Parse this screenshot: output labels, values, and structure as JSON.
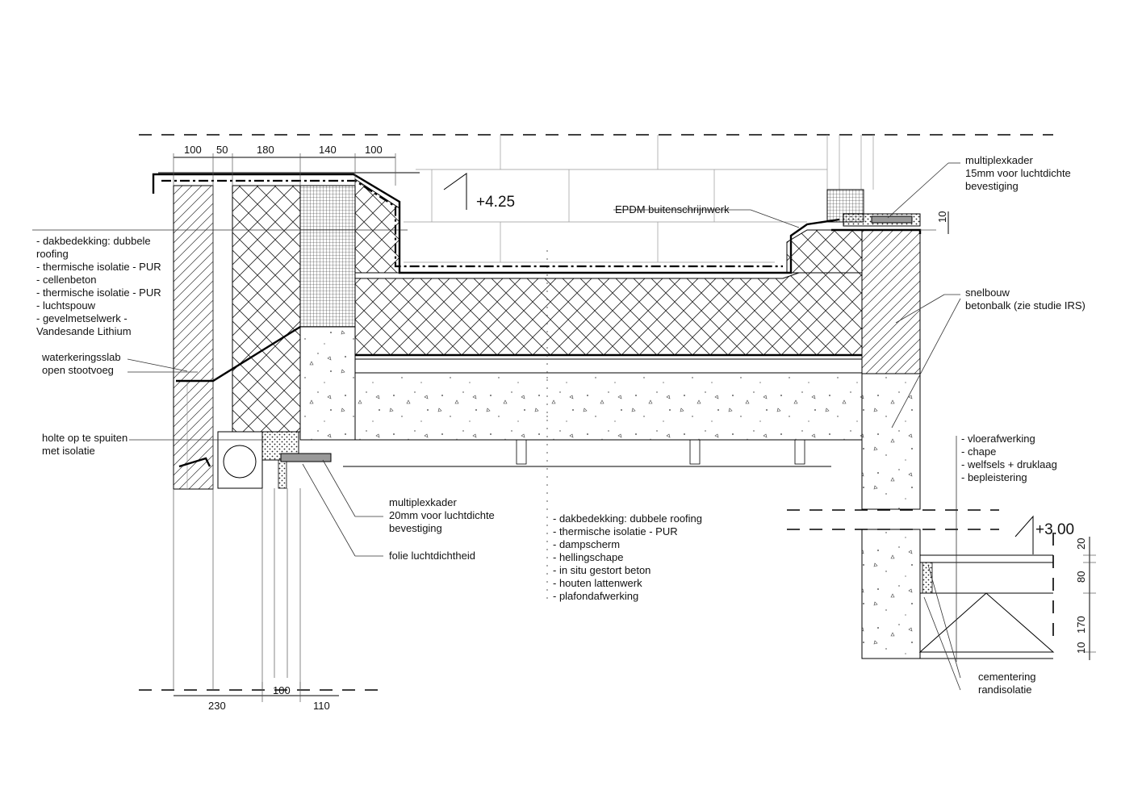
{
  "levels": {
    "roof": "+4.25",
    "floor": "+3.00"
  },
  "top_dimensions": [
    "100",
    "50",
    "180",
    "140",
    "100"
  ],
  "bottom_dimensions": [
    "230",
    "100",
    "110"
  ],
  "right_dimensions": [
    "10",
    "20",
    "80",
    "170",
    "10"
  ],
  "left_wall_layers": [
    "- dakbedekking: dubbele",
    "roofing",
    "- thermische isolatie - PUR",
    "- cellenbeton",
    "- thermische isolatie - PUR",
    "- luchtspouw",
    "- gevelmetselwerk -",
    "Vandesande Lithium"
  ],
  "labels": {
    "waterkeringsslab": "waterkeringsslab",
    "open_stootvoeg": "open stootvoeg",
    "holte_1": "holte op te spuiten",
    "holte_2": "met isolatie",
    "multiplex_20_1": "multiplexkader",
    "multiplex_20_2": "20mm voor luchtdichte",
    "multiplex_20_3": "bevestiging",
    "folie": "folie luchtdichtheid",
    "epdm": "EPDM buitenschrijnwerk",
    "multiplex_15_1": "multiplexkader",
    "multiplex_15_2": "15mm voor luchtdichte",
    "multiplex_15_3": "bevestiging",
    "snelbouw": "snelbouw",
    "betonbalk": "betonbalk (zie studie IRS)",
    "cementering": "cementering",
    "randisolatie": "randisolatie"
  },
  "roof_layers": [
    "- dakbedekking: dubbele roofing",
    "- thermische isolatie - PUR",
    "- dampscherm",
    "- hellingschape",
    "- in situ gestort beton",
    "- houten lattenwerk",
    "- plafondafwerking"
  ],
  "floor_layers": [
    "- vloerafwerking",
    "- chape",
    "- welfsels + druklaag",
    "- bepleistering"
  ]
}
